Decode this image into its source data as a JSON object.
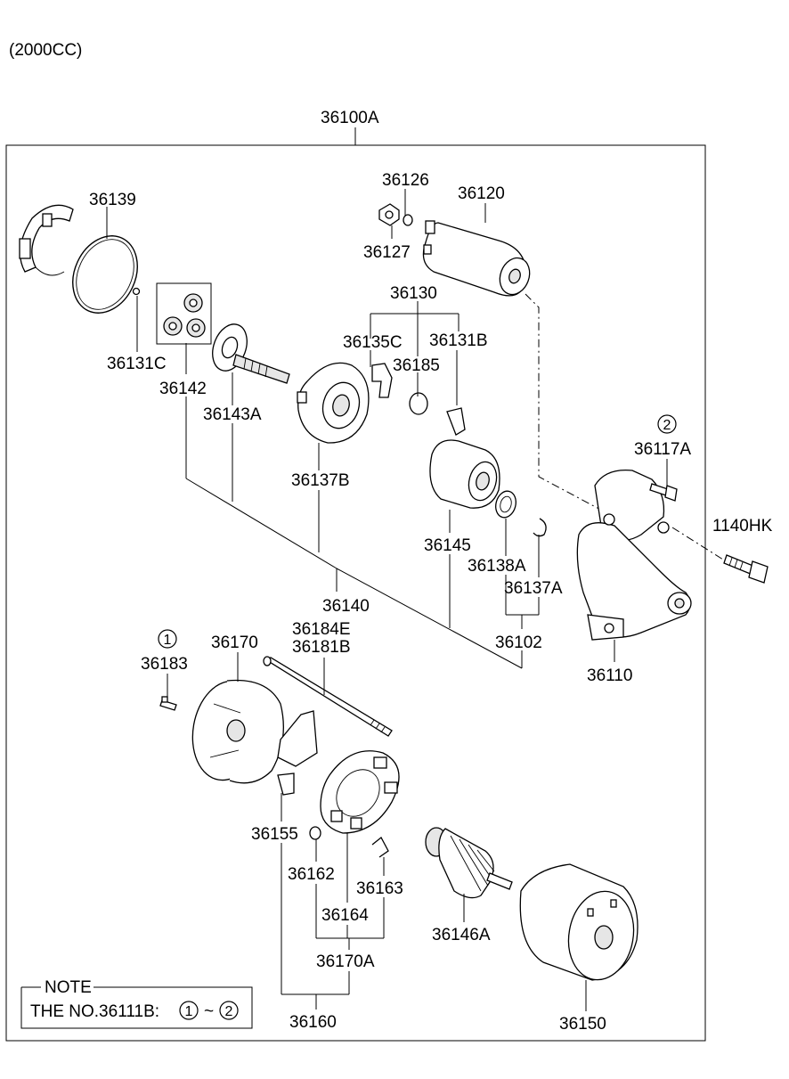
{
  "header": {
    "engine_label": "(2000CC)"
  },
  "assembly": {
    "number": "36100A"
  },
  "parts": {
    "p36139": "36139",
    "p36131C": "36131C",
    "p36142": "36142",
    "p36143A": "36143A",
    "p36126": "36126",
    "p36120": "36120",
    "p36127": "36127",
    "p36130": "36130",
    "p36135C": "36135C",
    "p36131B": "36131B",
    "p36185": "36185",
    "p36137B": "36137B",
    "p36145": "36145",
    "p36138A": "36138A",
    "p36137A": "36137A",
    "p36140": "36140",
    "p36102": "36102",
    "p36117A": "36117A",
    "p1140HK": "1140HK",
    "p36110": "36110",
    "p36183": "36183",
    "p36170": "36170",
    "p36184E": "36184E",
    "p36181B": "36181B",
    "p36155": "36155",
    "p36162": "36162",
    "p36163": "36163",
    "p36164": "36164",
    "p36146A": "36146A",
    "p36170A": "36170A",
    "p36160": "36160",
    "p36150": "36150"
  },
  "markers": {
    "m1": "1",
    "m2": "2"
  },
  "note": {
    "title": "NOTE",
    "text": "THE NO.36111B:",
    "range_from": "1",
    "range_sep": "~",
    "range_to": "2"
  }
}
